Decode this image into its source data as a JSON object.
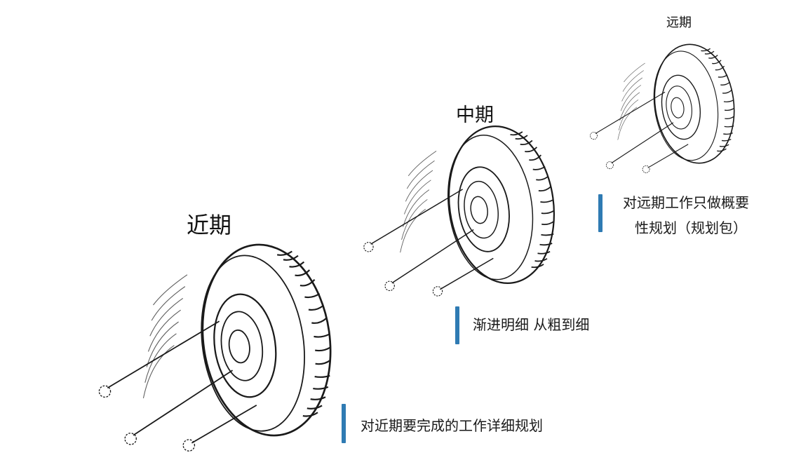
{
  "stages": {
    "near": {
      "label": "近期",
      "note": "对近期要完成的工作详细规划"
    },
    "mid": {
      "label": "中期",
      "note": "渐进明细 从粗到细"
    },
    "far": {
      "label": "远期",
      "note_line1": "对远期工作只做概要",
      "note_line2": "性规划（规划包）"
    }
  },
  "colors": {
    "accent_bar": "#2f7bb3",
    "ink": "#1a1a1a"
  }
}
